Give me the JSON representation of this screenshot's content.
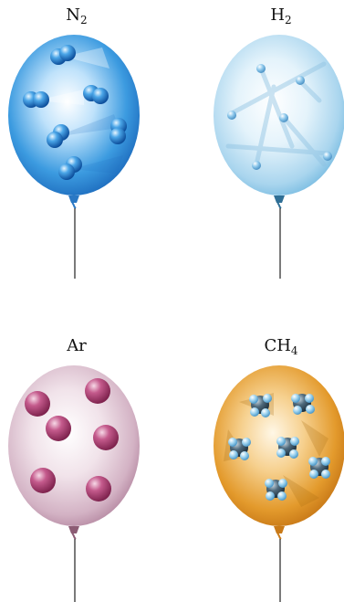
{
  "balloons": [
    {
      "id": "n2",
      "formula": "N",
      "subscript": "2",
      "color": "#2f8fd8"
    },
    {
      "id": "h2",
      "formula": "H",
      "subscript": "2",
      "color": "#b9def2"
    },
    {
      "id": "ar",
      "formula": "Ar",
      "subscript": "",
      "color": "#d8b6c8"
    },
    {
      "id": "ch4",
      "formula": "CH",
      "subscript": "4",
      "color": "#e3a23a"
    }
  ]
}
